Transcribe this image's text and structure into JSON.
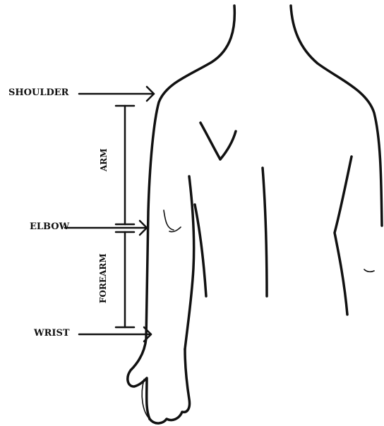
{
  "labels": {
    "shoulder": "SHOULDER",
    "elbow": "ELBOW",
    "wrist": "WRIST",
    "arm": "ARM",
    "forearm": "FOREARM"
  },
  "colors": {
    "ink": "#111111",
    "background": "#ffffff"
  }
}
